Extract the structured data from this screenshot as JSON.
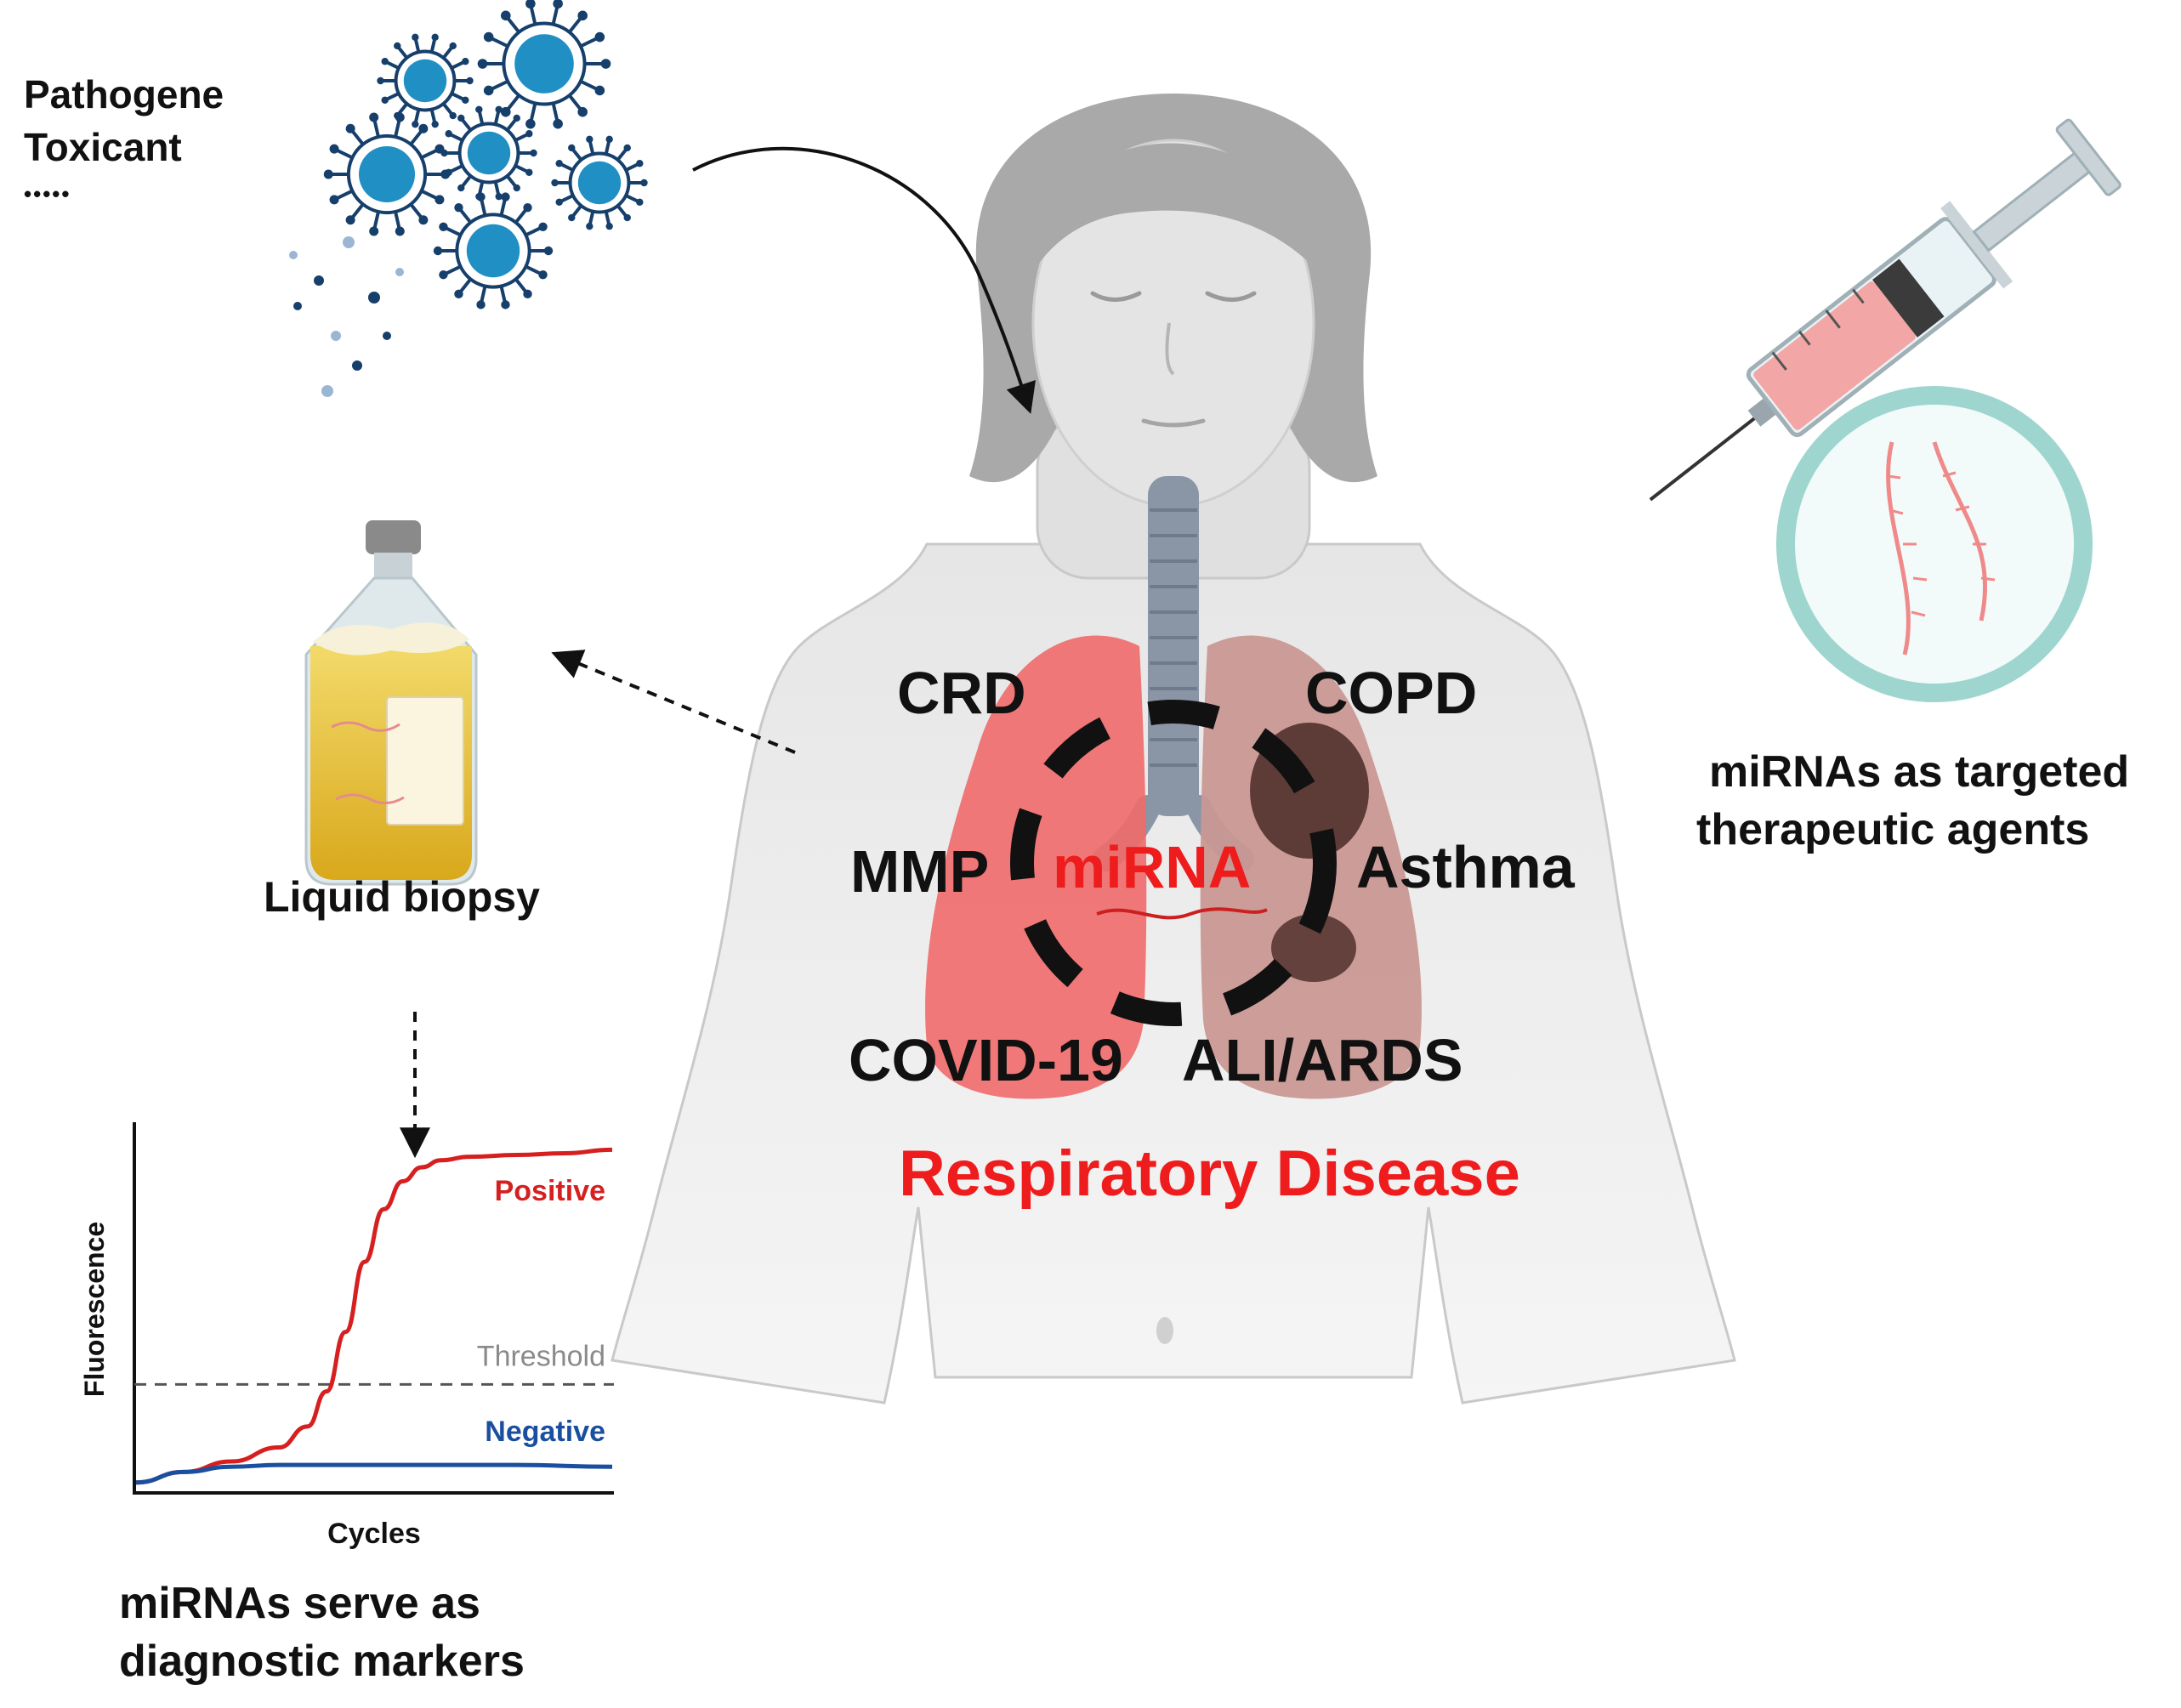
{
  "triggers": {
    "line1": "Pathogene",
    "line2": "Toxicant",
    "more": "•••••"
  },
  "diseases": {
    "crd": "CRD",
    "copd": "COPD",
    "mmp": "MMP",
    "asthma": "Asthma",
    "covid": "COVID-19",
    "ali": "ALI/ARDS"
  },
  "center_label": "miRNA",
  "main_title": "Respiratory Disease",
  "biopsy_label": "Liquid biopsy",
  "therapy_caption": {
    "line1": "miRNAs as targeted",
    "line2": "therapeutic agents"
  },
  "diagnostic_caption": {
    "line1": "miRNAs serve as",
    "line2": "diagnostic markers"
  },
  "chart_data": {
    "type": "line",
    "xlabel": "Cycles",
    "ylabel": "Fluorescence",
    "threshold_label": "Threshold",
    "threshold": 0.3,
    "series": [
      {
        "name": "Positive",
        "color": "#d62020",
        "x": [
          0,
          5,
          10,
          15,
          18,
          20,
          22,
          24,
          26,
          28,
          30,
          32,
          35,
          40,
          45,
          50
        ],
        "y": [
          0.02,
          0.05,
          0.08,
          0.12,
          0.18,
          0.28,
          0.45,
          0.65,
          0.8,
          0.88,
          0.92,
          0.94,
          0.95,
          0.955,
          0.96,
          0.97
        ]
      },
      {
        "name": "Negative",
        "color": "#1a4fa0",
        "x": [
          0,
          5,
          10,
          15,
          20,
          30,
          40,
          50
        ],
        "y": [
          0.02,
          0.05,
          0.065,
          0.07,
          0.07,
          0.07,
          0.07,
          0.065
        ]
      }
    ],
    "xlim": [
      0,
      50
    ],
    "ylim": [
      0,
      1
    ],
    "grid": false,
    "legend": "inline"
  },
  "colors": {
    "accent_red": "#ee1c1c",
    "virus_blue": "#1f8fc4",
    "virus_dark": "#163f6b",
    "skin": "#e3e3e3",
    "hair": "#a9a9a9",
    "lung_red": "#f06a6a",
    "lung_dark": "#c79a96",
    "petri": "#9ed6cf",
    "bottle_liquid": "#e8c33a"
  }
}
